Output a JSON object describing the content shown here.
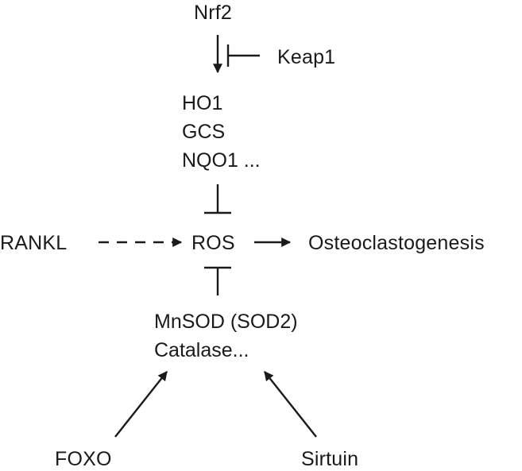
{
  "diagram": {
    "nodes": {
      "nrf2": "Nrf2",
      "keap1": "Keap1",
      "antioxidant_genes": [
        "HO1",
        "GCS",
        "NQO1 ..."
      ],
      "rankl": "RANKL",
      "ros": "ROS",
      "osteoclastogenesis": "Osteoclastogenesis",
      "antioxidant_enzymes": [
        "MnSOD (SOD2)",
        "Catalase..."
      ],
      "foxo": "FOXO",
      "sirtuin": "Sirtuin"
    },
    "edges": [
      {
        "from": "Keap1",
        "to": "Nrf2",
        "type": "inhibition"
      },
      {
        "from": "Nrf2",
        "to": "HO1 / GCS / NQO1",
        "type": "activation"
      },
      {
        "from": "HO1 / GCS / NQO1",
        "to": "ROS",
        "type": "inhibition"
      },
      {
        "from": "RANKL",
        "to": "ROS",
        "type": "dashed-activation"
      },
      {
        "from": "ROS",
        "to": "Osteoclastogenesis",
        "type": "activation"
      },
      {
        "from": "MnSOD / Catalase",
        "to": "ROS",
        "type": "inhibition"
      },
      {
        "from": "FOXO",
        "to": "MnSOD / Catalase",
        "type": "activation"
      },
      {
        "from": "Sirtuin",
        "to": "MnSOD / Catalase",
        "type": "activation"
      }
    ]
  }
}
